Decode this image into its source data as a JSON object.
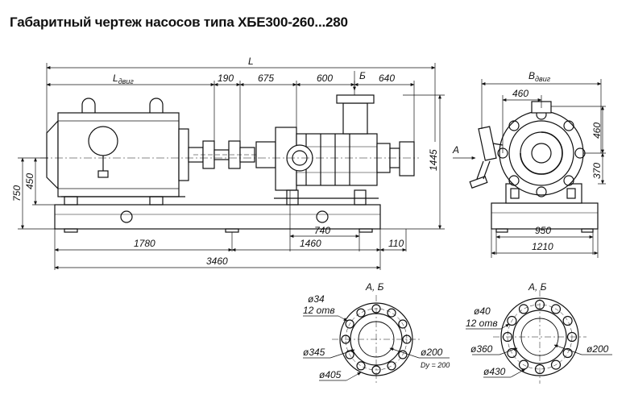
{
  "title": "Габаритный чертеж насосов типа ХБЕ300-260...280",
  "side_view": {
    "L": "L",
    "L_motor": "L",
    "L_motor_sub": "двиг",
    "d190": "190",
    "d675": "675",
    "d600": "600",
    "arrow_b": "Б",
    "d640": "640",
    "d1445": "1445",
    "d750": "750",
    "d450": "450",
    "d740": "740",
    "d1780": "1780",
    "d1460": "1460",
    "d110": "110",
    "d3460": "3460"
  },
  "end_view": {
    "B_motor": "B",
    "B_motor_sub": "двиг",
    "d460w": "460",
    "arrow_a": "А",
    "d460h": "460",
    "d370": "370",
    "d950": "950",
    "d1210": "1210"
  },
  "flange_1": {
    "label": "А, Б",
    "hole_dia": "ø34",
    "holes": "12 отв",
    "d345": "ø345",
    "d405": "ø405",
    "d200": "ø200",
    "dy": "Dy = 200"
  },
  "flange_2": {
    "label": "А, Б",
    "hole_dia": "ø40",
    "holes": "12 отв",
    "d360": "ø360",
    "d430": "ø430",
    "d200": "ø200"
  }
}
